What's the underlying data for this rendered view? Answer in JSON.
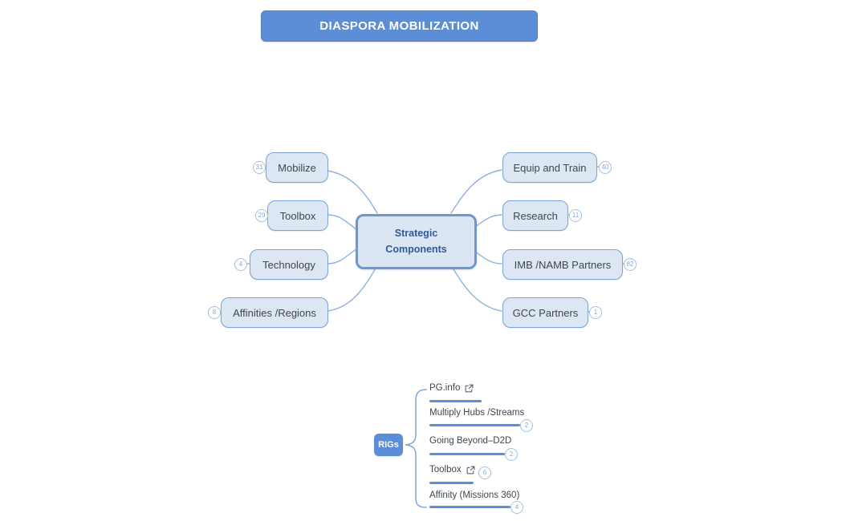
{
  "title": {
    "label": "DIASPORA MOBILIZATION"
  },
  "mindmap": {
    "center": {
      "label": "Strategic Components"
    },
    "left_nodes": [
      {
        "label": "Mobilize",
        "badge": "31"
      },
      {
        "label": "Toolbox",
        "badge": "29"
      },
      {
        "label": "Technology",
        "badge": "4"
      },
      {
        "label": "Affinities /Regions",
        "badge": "8"
      }
    ],
    "right_nodes": [
      {
        "label": "Equip and Train",
        "badge": "40"
      },
      {
        "label": "Research",
        "badge": "11"
      },
      {
        "label": "IMB /NAMB Partners",
        "badge": "82"
      },
      {
        "label": "GCC Partners",
        "badge": "1"
      }
    ]
  },
  "rigs_branch": {
    "label": "RIGs",
    "items": [
      {
        "label": "PG.info",
        "badge": "",
        "icon": "external-link"
      },
      {
        "label": "Multiply Hubs /Streams",
        "badge": "2",
        "icon": ""
      },
      {
        "label": "Going Beyond–D2D",
        "badge": "2",
        "icon": ""
      },
      {
        "label": "Toolbox",
        "badge": "6",
        "icon": "external-link"
      },
      {
        "label": "Affinity (Missions 360)",
        "badge": "4",
        "icon": ""
      }
    ]
  },
  "colors": {
    "accent_blue": "#5b8ed6",
    "node_fill": "#dde7f4",
    "node_border": "#7ca2d6",
    "center_border": "#6e96d0",
    "center_text": "#2e5a9c",
    "line": "#8fb3de",
    "badge_border": "#a3c0e4",
    "badge_text": "#85a8d4"
  }
}
